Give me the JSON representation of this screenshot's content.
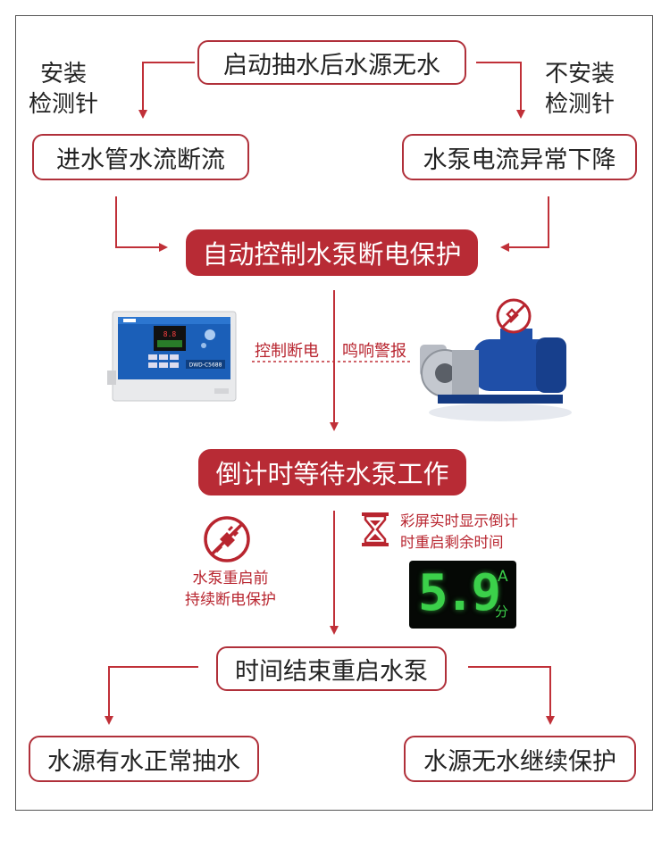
{
  "top_box": "启动抽水后水源无水",
  "left_side_label": [
    "安装",
    "检测针"
  ],
  "right_side_label": [
    "不安装",
    "检测针"
  ],
  "left_box": "进水管水流断流",
  "right_box": "水泵电流异常下降",
  "auto_protect_box": "自动控制水泵断电保护",
  "control_off_label": "控制断电",
  "alarm_label": "鸣响警报",
  "countdown_box": "倒计时等待水泵工作",
  "restart_note": [
    "水泵重启前",
    "持续断电保护"
  ],
  "screen_note": [
    "彩屏实时显示倒计",
    "时重启剩余时间"
  ],
  "display": {
    "digits": "5.9",
    "unit_top": "A",
    "unit_bottom": "分"
  },
  "time_end_box": "时间结束重启水泵",
  "bottom_left_box": "水源有水正常抽水",
  "bottom_right_box": "水源无水继续保护",
  "device_brand": "DWD-C5688",
  "colors": {
    "accent_red": "#b82b35",
    "line_red": "#c03038",
    "display_green": "#3bd04a"
  }
}
